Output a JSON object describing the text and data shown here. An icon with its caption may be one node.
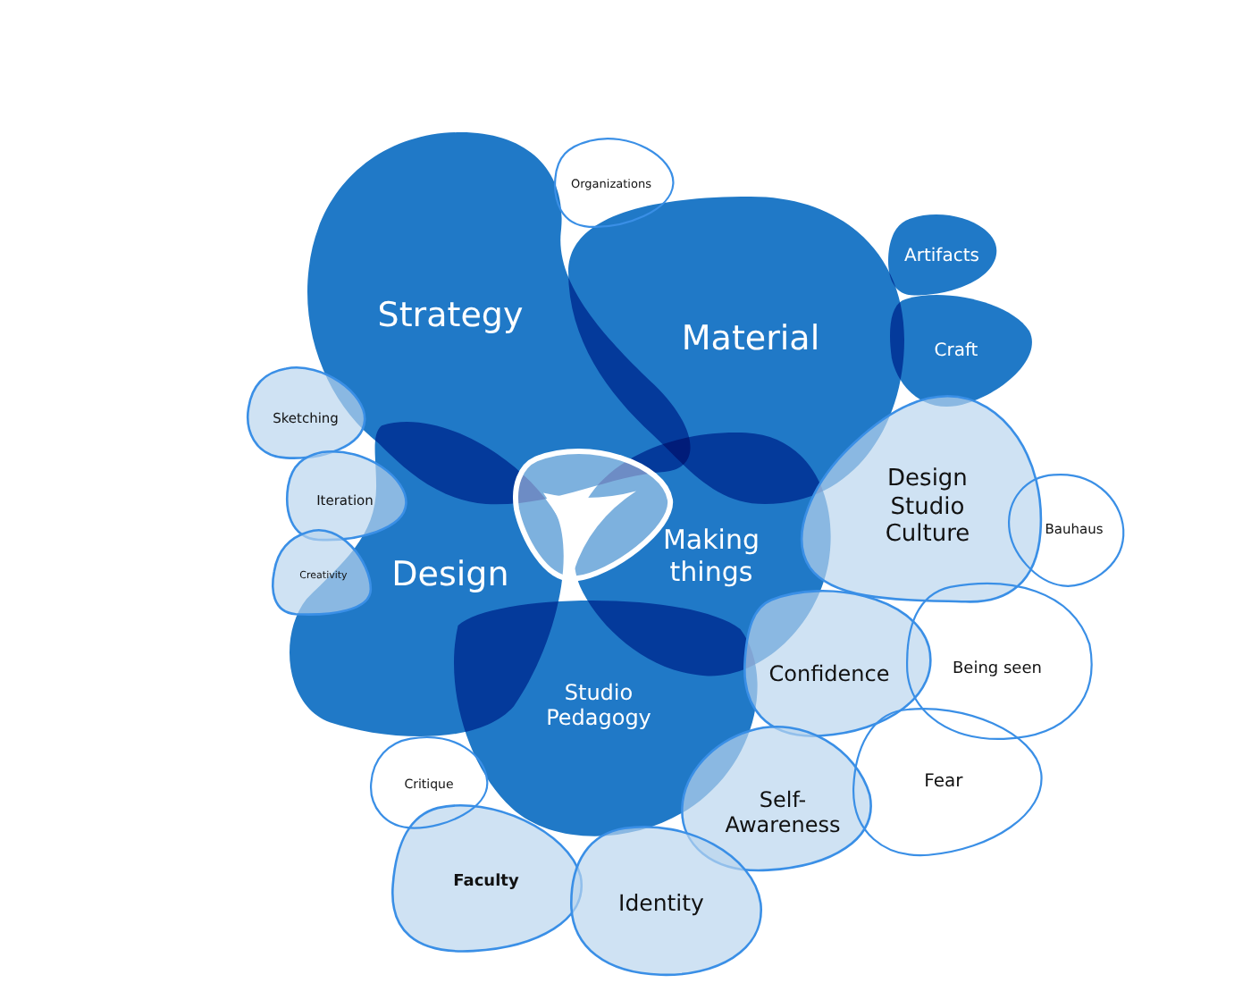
{
  "diagram": {
    "nodes": [
      {
        "text": [
          "Organizations"
        ]
      },
      {
        "text": [
          "Artifacts"
        ]
      },
      {
        "text": [
          "Strategy"
        ]
      },
      {
        "text": [
          "Material"
        ]
      },
      {
        "text": [
          "Craft"
        ]
      },
      {
        "text": [
          "Sketching"
        ]
      },
      {
        "text": [
          "Iteration"
        ]
      },
      {
        "text": [
          "Design Studio Culture"
        ]
      },
      {
        "text": [],
        "shape": "triangle"
      },
      {
        "text": [
          "Bauhaus"
        ]
      },
      {
        "text": [
          "Making things"
        ]
      },
      {
        "text": [
          "Creativity"
        ]
      },
      {
        "text": [
          "Design"
        ]
      },
      {
        "text": [
          "Being seen"
        ]
      },
      {
        "text": [
          "Confidence"
        ]
      },
      {
        "text": [
          "Studio Pedagogy"
        ]
      },
      {
        "text": [
          "Fear"
        ]
      },
      {
        "text": [
          "Critique"
        ]
      },
      {
        "text": [
          "Self-Awareness"
        ]
      },
      {
        "text": [
          "Faculty"
        ]
      },
      {
        "text": [
          "Identity"
        ]
      }
    ]
  }
}
